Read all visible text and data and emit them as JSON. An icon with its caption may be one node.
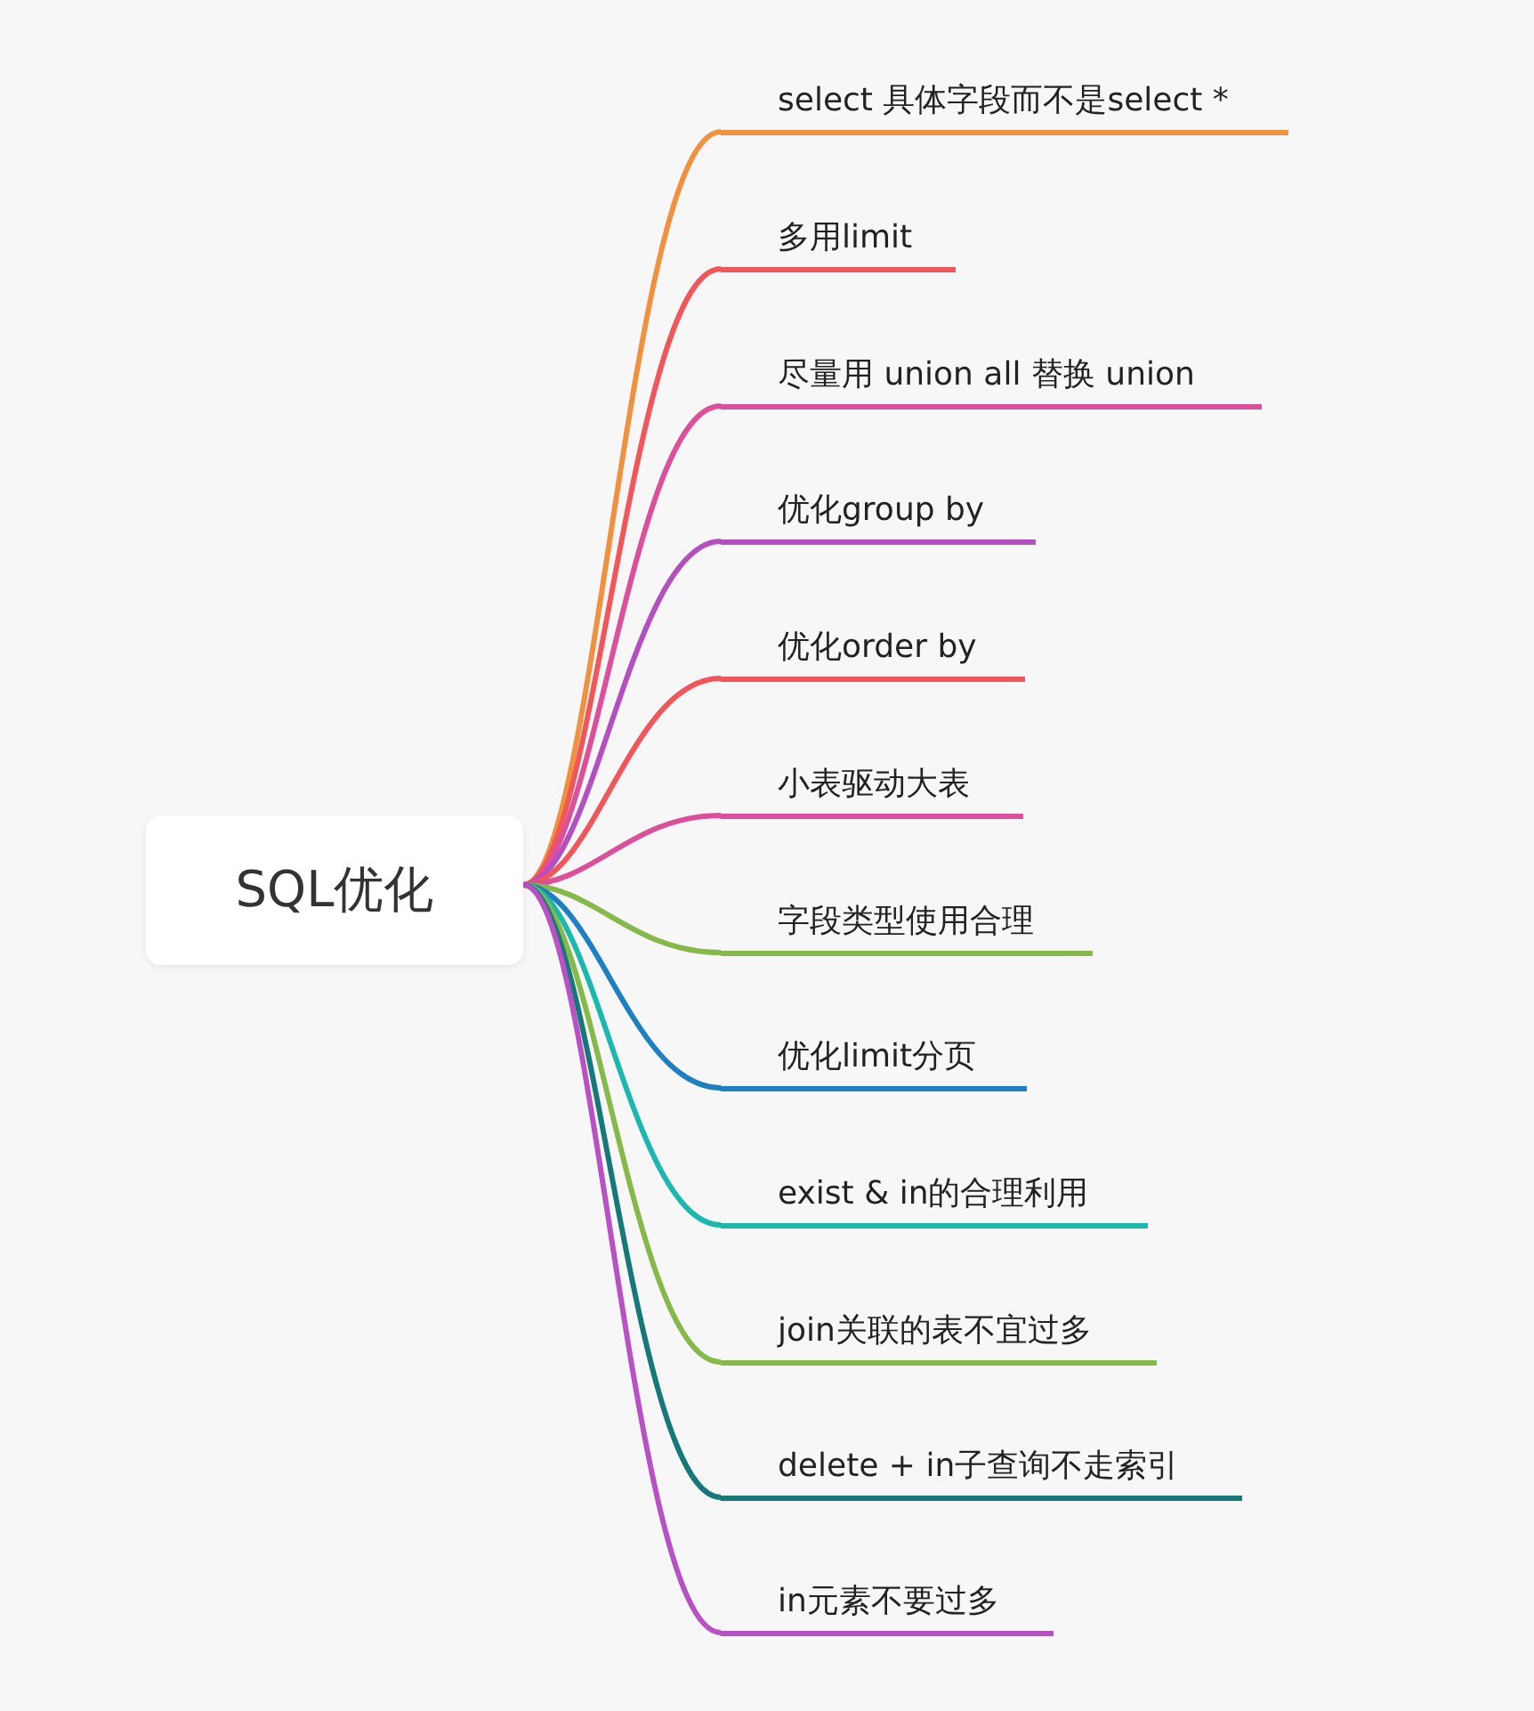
{
  "diagram": {
    "nodes": [
      {
        "text": [
          "SQL优化"
        ]
      },
      {
        "text": [
          "select 具体字段而不是select *"
        ]
      },
      {
        "text": [
          "多用limit"
        ]
      },
      {
        "text": [
          "尽量用 union all 替换 union"
        ]
      },
      {
        "text": [
          "优化group by"
        ]
      },
      {
        "text": [
          "优化order by"
        ]
      },
      {
        "text": [
          "小表驱动大表"
        ]
      },
      {
        "text": [
          "字段类型使用合理"
        ]
      },
      {
        "text": [
          "优化limit分页"
        ]
      },
      {
        "text": [
          "exist & in的合理利用"
        ]
      },
      {
        "text": [
          "join关联的表不宜过多"
        ]
      },
      {
        "text": [
          "delete + in子查询不走索引"
        ]
      },
      {
        "text": [
          "in元素不要过多"
        ]
      }
    ],
    "edges": [
      {
        "from": 0,
        "to": 1,
        "arrow": "none",
        "color": "#f0913f"
      },
      {
        "from": 0,
        "to": 2,
        "arrow": "none",
        "color": "#f0565a"
      },
      {
        "from": 0,
        "to": 3,
        "arrow": "none",
        "color": "#dc4f9a"
      },
      {
        "from": 0,
        "to": 4,
        "arrow": "none",
        "color": "#b44fc0"
      },
      {
        "from": 0,
        "to": 5,
        "arrow": "none",
        "color": "#f0565a"
      },
      {
        "from": 0,
        "to": 6,
        "arrow": "none",
        "color": "#dc4f9a"
      },
      {
        "from": 0,
        "to": 7,
        "arrow": "none",
        "color": "#86b84a"
      },
      {
        "from": 0,
        "to": 8,
        "arrow": "none",
        "color": "#1e7fc1"
      },
      {
        "from": 0,
        "to": 9,
        "arrow": "none",
        "color": "#1cb8ad"
      },
      {
        "from": 0,
        "to": 10,
        "arrow": "none",
        "color": "#86b84a"
      },
      {
        "from": 0,
        "to": 11,
        "arrow": "none",
        "color": "#17787a"
      },
      {
        "from": 0,
        "to": 12,
        "arrow": "none",
        "color": "#b851c4"
      }
    ]
  }
}
